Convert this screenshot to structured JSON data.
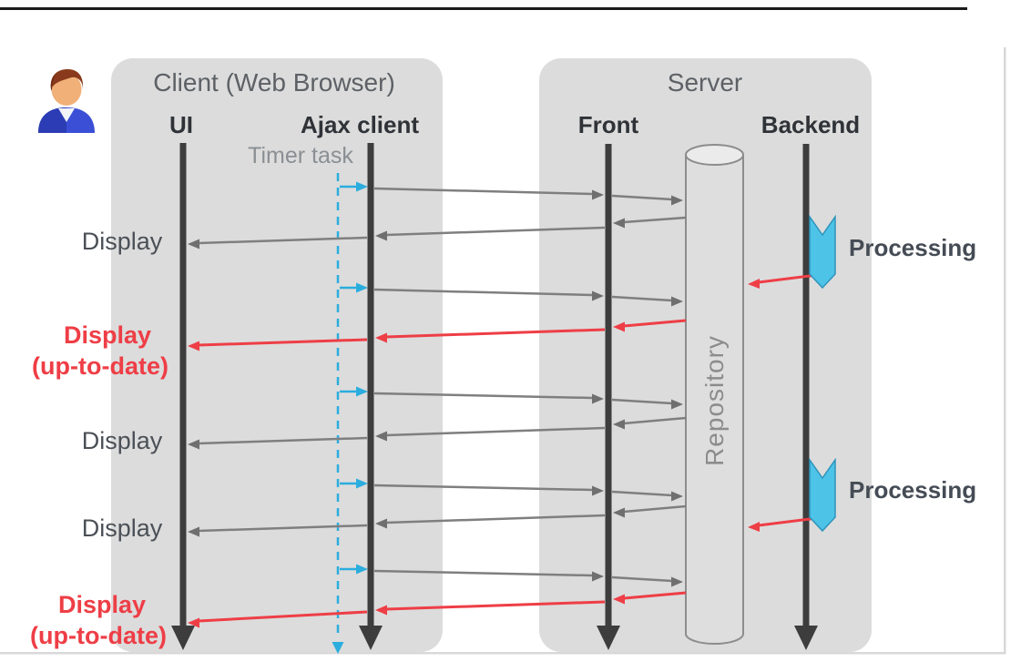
{
  "diagram": {
    "client": {
      "title": "Client (Web Browser)",
      "ui_lifeline": "UI",
      "ajax_lifeline": "Ajax client",
      "timer_lifeline": "Timer task"
    },
    "server": {
      "title": "Server",
      "front_lifeline": "Front",
      "backend_lifeline": "Backend",
      "repository": "Repository"
    },
    "events": {
      "display": "Display",
      "display_fresh_line1": "Display",
      "display_fresh_line2": "(up-to-date)",
      "processing": "Processing"
    },
    "icons": {
      "user": "user-icon",
      "processing_marker": "processing-chevron-icon",
      "timer_tick": "timer-tick-arrow-icon"
    },
    "colors": {
      "panel_gray": "#dcdcdc",
      "lifeline_dark": "#3d3d3d",
      "message_gray": "#7f7f7f",
      "accent_red": "#ee3e46",
      "accent_blue": "#2badde",
      "processing_fill": "#4ec3e8"
    }
  }
}
